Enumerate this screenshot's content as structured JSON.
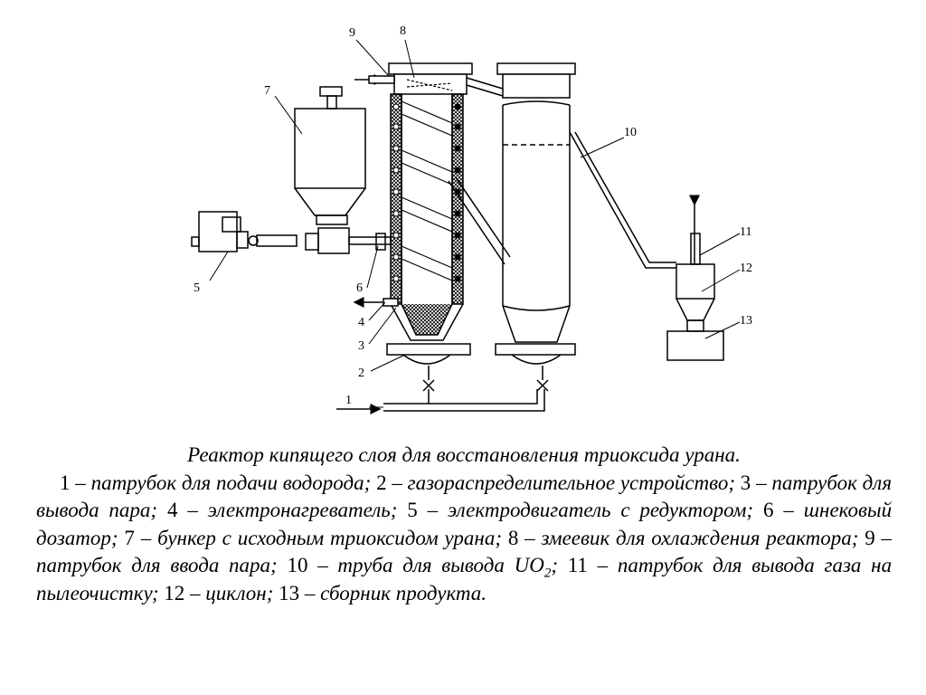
{
  "diagram": {
    "callouts": [
      "1",
      "2",
      "3",
      "4",
      "5",
      "6",
      "7",
      "8",
      "9",
      "10",
      "11",
      "12",
      "13"
    ]
  },
  "caption": {
    "title": "Реактор кипящего слоя для восстановления триоксида урана.",
    "legend": [
      {
        "num": "1",
        "text": "патрубок для подачи водорода;"
      },
      {
        "num": "2",
        "text": "газораспределительное устройство;"
      },
      {
        "num": "3",
        "text": "патрубок для вывода пара;"
      },
      {
        "num": "4",
        "text": "электронагреватель;"
      },
      {
        "num": "5",
        "text": "электродвигатель с редуктором;"
      },
      {
        "num": "6",
        "text": "шнековый дозатор;"
      },
      {
        "num": "7",
        "text": "бункер с исходным триоксидом урана;"
      },
      {
        "num": "8",
        "text": "змеевик для охлаждения реактора;"
      },
      {
        "num": "9",
        "text": "патрубок для ввода пара;"
      },
      {
        "num": "10",
        "text": "труба для вывода UO",
        "sub": "2",
        "text_after": ";"
      },
      {
        "num": "11",
        "text": "патрубок для вывода газа на пылеочистку;"
      },
      {
        "num": "12",
        "text": "циклон;"
      },
      {
        "num": "13",
        "text": "сборник продукта."
      }
    ],
    "dash": "–"
  }
}
